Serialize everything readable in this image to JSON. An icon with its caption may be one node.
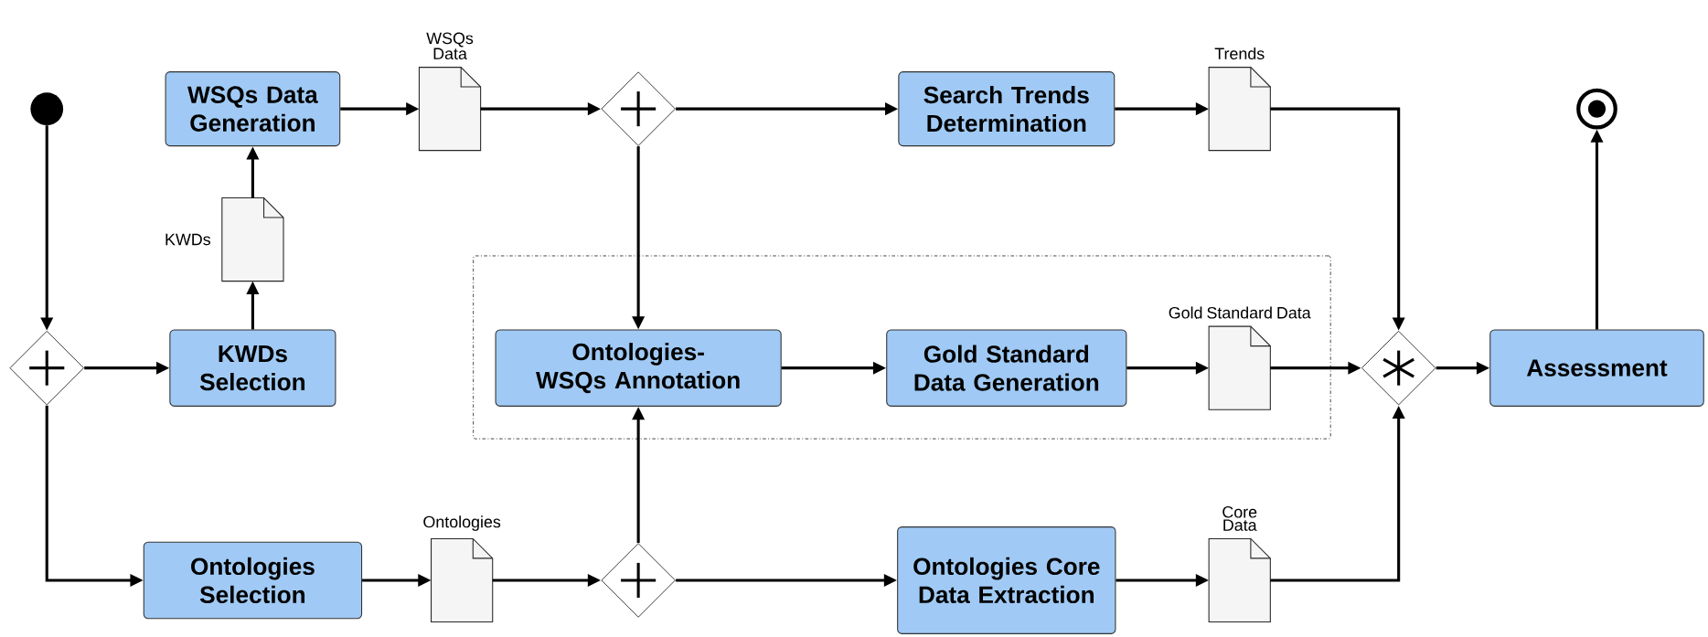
{
  "diagram": {
    "nodes": [
      {
        "text": [],
        "shape": "circle"
      },
      {
        "text": [],
        "shape": "diamond"
      },
      {
        "text": [
          "KWDs Selection"
        ]
      },
      {
        "text": [
          "KWDs"
        ]
      },
      {
        "text": [
          "WSQs Data Generation"
        ]
      },
      {
        "text": [
          "WSQs Data"
        ]
      },
      {
        "text": [],
        "shape": "diamond"
      },
      {
        "text": [
          "Search Trends Determination"
        ]
      },
      {
        "text": [
          "Trends"
        ]
      },
      {
        "text": [],
        "shape": "box"
      },
      {
        "text": [
          "Ontologies-WSQs Annotation"
        ],
        "in": 9
      },
      {
        "text": [
          "Gold Standard Data Generation"
        ],
        "in": 9
      },
      {
        "text": [
          "Gold Standard Data"
        ],
        "in": 9
      },
      {
        "text": [
          "Ontologies Selection"
        ]
      },
      {
        "text": [
          "Ontologies"
        ]
      },
      {
        "text": [],
        "shape": "diamond"
      },
      {
        "text": [
          "Ontologies Core Data Extraction"
        ]
      },
      {
        "text": [
          "Core Data"
        ]
      },
      {
        "text": [],
        "shape": "diamond"
      },
      {
        "text": [
          "Assessment"
        ]
      },
      {
        "text": [],
        "shape": "circle"
      }
    ],
    "edges": [
      {
        "from": 0,
        "to": 1,
        "arrow": "to"
      },
      {
        "from": 1,
        "to": 2,
        "arrow": "to"
      },
      {
        "from": 1,
        "to": 13,
        "arrow": "to"
      },
      {
        "from": 2,
        "to": 3,
        "arrow": "to"
      },
      {
        "from": 3,
        "to": 4,
        "arrow": "to"
      },
      {
        "from": 4,
        "to": 5,
        "arrow": "to"
      },
      {
        "from": 5,
        "to": 6,
        "arrow": "to"
      },
      {
        "from": 6,
        "to": 7,
        "arrow": "to"
      },
      {
        "from": 7,
        "to": 8,
        "arrow": "to"
      },
      {
        "from": 8,
        "to": 18,
        "arrow": "to"
      },
      {
        "from": 6,
        "to": 10,
        "arrow": "to"
      },
      {
        "from": 10,
        "to": 11,
        "arrow": "to"
      },
      {
        "from": 11,
        "to": 12,
        "arrow": "to"
      },
      {
        "from": 12,
        "to": 18,
        "arrow": "to"
      },
      {
        "from": 13,
        "to": 14,
        "arrow": "to"
      },
      {
        "from": 14,
        "to": 15,
        "arrow": "to"
      },
      {
        "from": 15,
        "to": 16,
        "arrow": "to"
      },
      {
        "from": 15,
        "to": 10,
        "arrow": "to"
      },
      {
        "from": 16,
        "to": 17,
        "arrow": "to"
      },
      {
        "from": 17,
        "to": 18,
        "arrow": "to"
      },
      {
        "from": 18,
        "to": 19,
        "arrow": "to"
      },
      {
        "from": 19,
        "to": 20,
        "arrow": "to"
      }
    ]
  }
}
